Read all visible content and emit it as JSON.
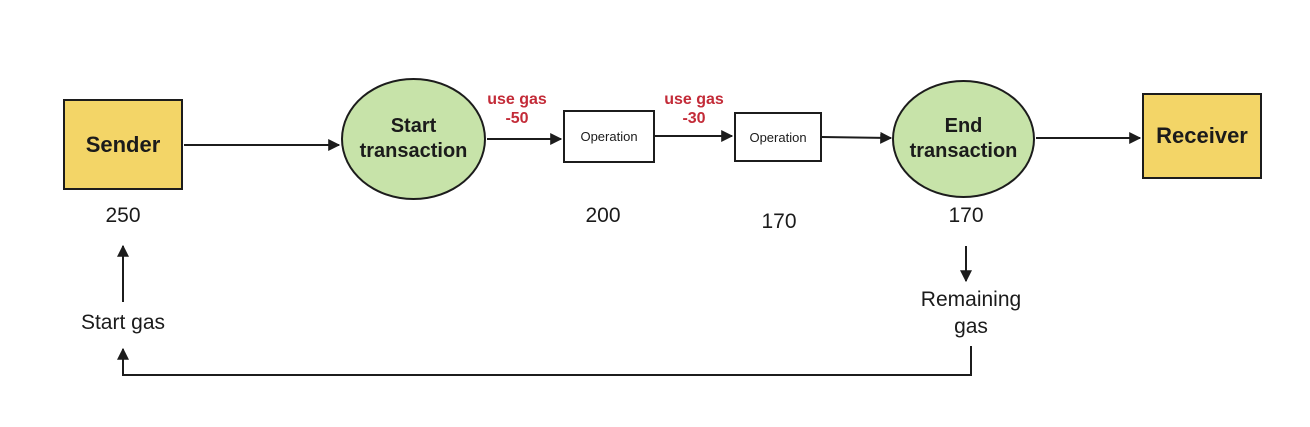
{
  "colors": {
    "node_yellow": "#f3d567",
    "node_green": "#c7e3a9",
    "gas_red": "#c32b38",
    "line": "#1c1c1c",
    "text": "#1b1b1b"
  },
  "nodes": {
    "sender": {
      "label": "Sender"
    },
    "start_transaction": {
      "label": "Start transaction"
    },
    "operation_1": {
      "label": "Operation"
    },
    "operation_2": {
      "label": "Operation"
    },
    "end_transaction": {
      "label": "End transaction"
    },
    "receiver": {
      "label": "Receiver"
    }
  },
  "gas_values": {
    "start": "250",
    "after_operation_1": "200",
    "after_operation_2": "170",
    "at_end_transaction": "170"
  },
  "edge_labels": {
    "use_gas_1": {
      "text": "use gas",
      "amount": "-50"
    },
    "use_gas_2": {
      "text": "use gas",
      "amount": "-30"
    }
  },
  "annotations": {
    "start_gas": "Start gas",
    "remaining_gas_line1": "Remaining",
    "remaining_gas_line2": "gas"
  }
}
